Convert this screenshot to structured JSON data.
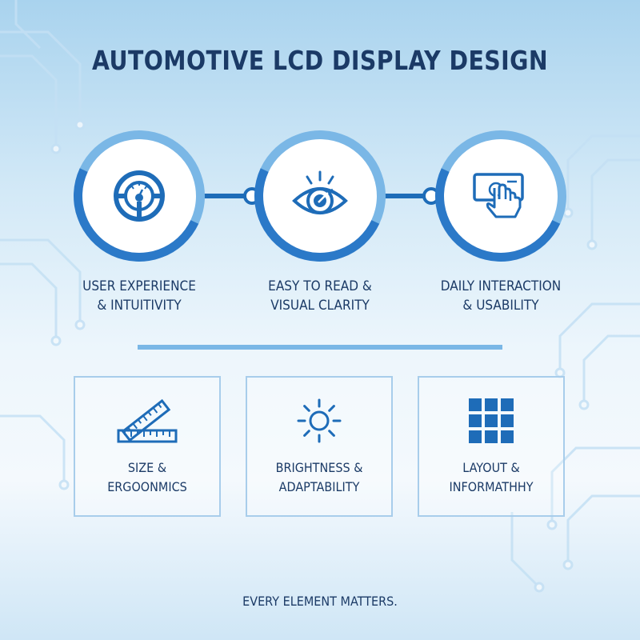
{
  "title": "AUTOMOTIVE LCD DISPLAY DESIGN",
  "features": [
    {
      "label": "USER EXPERIENCE\n& INTUITIVITY",
      "icon": "steering-wheel-icon"
    },
    {
      "label": "EASY TO READ &\nVISUAL CLARITY",
      "icon": "eye-icon"
    },
    {
      "label": "DAILY INTERACTION\n& USABILITY",
      "icon": "touchscreen-hand-icon"
    }
  ],
  "cards": [
    {
      "label": "SIZE &\nERGOONMICS",
      "icon": "ruler-icon"
    },
    {
      "label": "BRIGHTNESS &\nADAPTABILITY",
      "icon": "sun-icon"
    },
    {
      "label": "LAYOUT &\nINFORMATHHY",
      "icon": "grid-layout-icon"
    }
  ],
  "tagline": "EVERY ELEMENT MATTERS.",
  "colors": {
    "primary": "#1e6cb8",
    "ring_light": "#7ab7e6",
    "text": "#1b3a66",
    "card_border": "#a8cdeb"
  }
}
